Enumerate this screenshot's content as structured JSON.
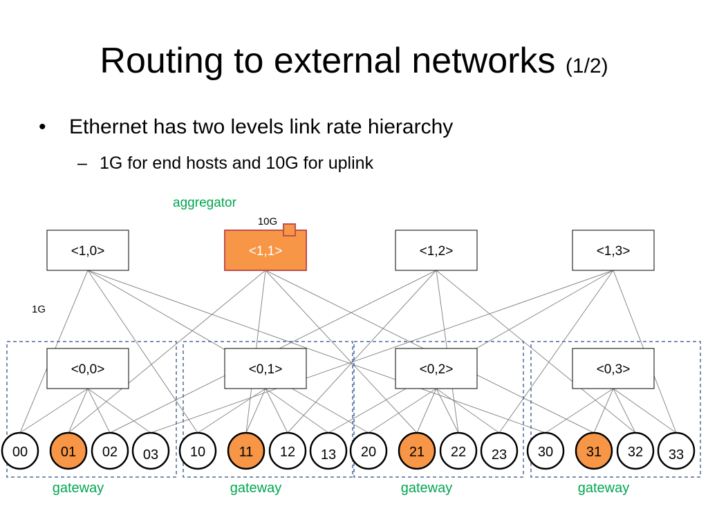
{
  "slide": {
    "title": "Routing to external networks",
    "title_suffix": "(1/2)",
    "bullets": [
      {
        "marker": "•",
        "text": "Ethernet has two levels link rate hierarchy"
      },
      {
        "marker": "–",
        "text": "1G for end hosts and 10G for uplink"
      }
    ]
  },
  "diagram": {
    "labels": {
      "aggregator": "aggregator",
      "uplink_rate": "10G",
      "host_rate": "1G",
      "gateway": "gateway"
    },
    "colors": {
      "highlight_fill": "#f79646",
      "highlight_stroke": "#c0504d",
      "label_green": "#00a650",
      "group_border": "#4a6a9a",
      "link": "#888888"
    },
    "top_switches": [
      {
        "label": "<1,0>",
        "highlighted": false
      },
      {
        "label": "<1,1>",
        "highlighted": true
      },
      {
        "label": "<1,2>",
        "highlighted": false
      },
      {
        "label": "<1,3>",
        "highlighted": false
      }
    ],
    "groups": [
      {
        "switch": "<0,0>",
        "hosts": [
          {
            "id": "00",
            "highlighted": false
          },
          {
            "id": "01",
            "highlighted": true
          },
          {
            "id": "02",
            "highlighted": false
          },
          {
            "id": "03",
            "highlighted": false
          }
        ],
        "gateway_label": "gateway"
      },
      {
        "switch": "<0,1>",
        "hosts": [
          {
            "id": "10",
            "highlighted": false
          },
          {
            "id": "11",
            "highlighted": true
          },
          {
            "id": "12",
            "highlighted": false
          },
          {
            "id": "13",
            "highlighted": false
          }
        ],
        "gateway_label": "gateway"
      },
      {
        "switch": "<0,2>",
        "hosts": [
          {
            "id": "20",
            "highlighted": false
          },
          {
            "id": "21",
            "highlighted": true
          },
          {
            "id": "22",
            "highlighted": false
          },
          {
            "id": "23",
            "highlighted": false
          }
        ],
        "gateway_label": "gateway"
      },
      {
        "switch": "<0,3>",
        "hosts": [
          {
            "id": "30",
            "highlighted": false
          },
          {
            "id": "31",
            "highlighted": true
          },
          {
            "id": "32",
            "highlighted": false
          },
          {
            "id": "33",
            "highlighted": false
          }
        ],
        "gateway_label": "gateway"
      }
    ]
  }
}
